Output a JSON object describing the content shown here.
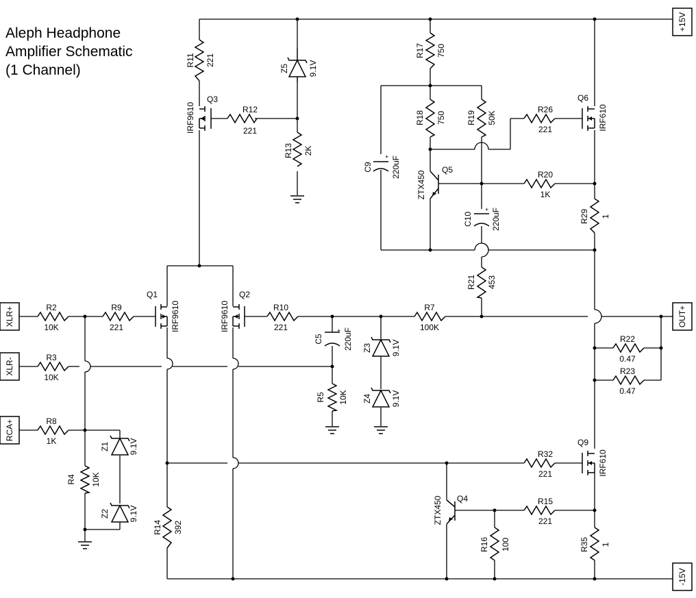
{
  "title_lines": [
    "Aleph Headphone",
    "Amplifier Schematic",
    "(1 Channel)"
  ],
  "ports": {
    "p15": "+15V",
    "m15": "-15V",
    "out": "OUT+",
    "xlrp": "XLR+",
    "xlrm": "XLR-",
    "rca": "RCA+"
  },
  "components": {
    "R2": {
      "name": "R2",
      "value": "10K"
    },
    "R3": {
      "name": "R3",
      "value": "10K"
    },
    "R8": {
      "name": "R8",
      "value": "1K"
    },
    "R9": {
      "name": "R9",
      "value": "221"
    },
    "R4": {
      "name": "R4",
      "value": "10K"
    },
    "R10": {
      "name": "R10",
      "value": "221"
    },
    "R5": {
      "name": "R5",
      "value": "10K"
    },
    "R7": {
      "name": "R7",
      "value": "100K"
    },
    "R11": {
      "name": "R11",
      "value": "221"
    },
    "R12": {
      "name": "R12",
      "value": "221"
    },
    "R13": {
      "name": "R13",
      "value": "2K"
    },
    "R14": {
      "name": "R14",
      "value": "392"
    },
    "R17": {
      "name": "R17",
      "value": "750"
    },
    "R18": {
      "name": "R18",
      "value": "750"
    },
    "R19": {
      "name": "R19",
      "value": "50K"
    },
    "R26": {
      "name": "R26",
      "value": "221"
    },
    "R20": {
      "name": "R20",
      "value": "1K"
    },
    "R21": {
      "name": "R21",
      "value": "453"
    },
    "R29": {
      "name": "R29",
      "value": "1"
    },
    "R22": {
      "name": "R22",
      "value": "0.47"
    },
    "R23": {
      "name": "R23",
      "value": "0.47"
    },
    "R32": {
      "name": "R32",
      "value": "221"
    },
    "R15": {
      "name": "R15",
      "value": "221"
    },
    "R16": {
      "name": "R16",
      "value": "100"
    },
    "R35": {
      "name": "R35",
      "value": "1"
    },
    "C5": {
      "name": "C5",
      "value": "220uF"
    },
    "C9": {
      "name": "C9",
      "value": "220uF"
    },
    "C10": {
      "name": "C10",
      "value": "220uF"
    },
    "Z1": {
      "name": "Z1",
      "value": "9.1V"
    },
    "Z2": {
      "name": "Z2",
      "value": "9.1V"
    },
    "Z3": {
      "name": "Z3",
      "value": "9.1V"
    },
    "Z4": {
      "name": "Z4",
      "value": "9.1V"
    },
    "Z5": {
      "name": "Z5",
      "value": "9.1V"
    },
    "Q1": {
      "name": "Q1",
      "value": "IRF9610"
    },
    "Q2": {
      "name": "Q2",
      "value": "IRF9610"
    },
    "Q3": {
      "name": "Q3",
      "value": "IRF9610"
    },
    "Q4": {
      "name": "Q4",
      "value": "ZTX450"
    },
    "Q5": {
      "name": "Q5",
      "value": "ZTX450"
    },
    "Q6": {
      "name": "Q6",
      "value": "IRF610"
    },
    "Q9": {
      "name": "Q9",
      "value": "IRF610"
    }
  }
}
